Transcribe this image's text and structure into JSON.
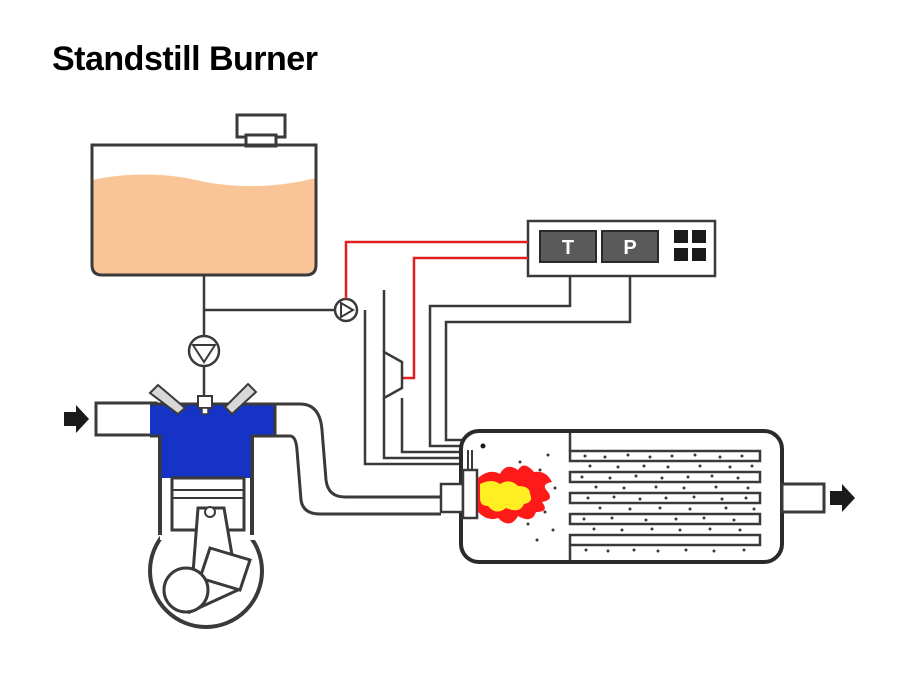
{
  "title": "Standstill Burner",
  "controller": {
    "temperature_label": "T",
    "pressure_label": "P"
  },
  "colors": {
    "fuel": "#f9c596",
    "combustion_chamber": "#1533c4",
    "signal_line": "#e02020",
    "controller_display": "#5a5a5a",
    "flame_outer": "#ff1a1a",
    "flame_inner": "#ffee22"
  },
  "icons": [
    "fuel-tank-icon",
    "fuel-pump-icon",
    "injector-icon",
    "engine-icon",
    "turbine-icon",
    "burner-icon",
    "flame-icon",
    "particulate-filter-icon",
    "inlet-arrow-icon",
    "outlet-arrow-icon"
  ]
}
